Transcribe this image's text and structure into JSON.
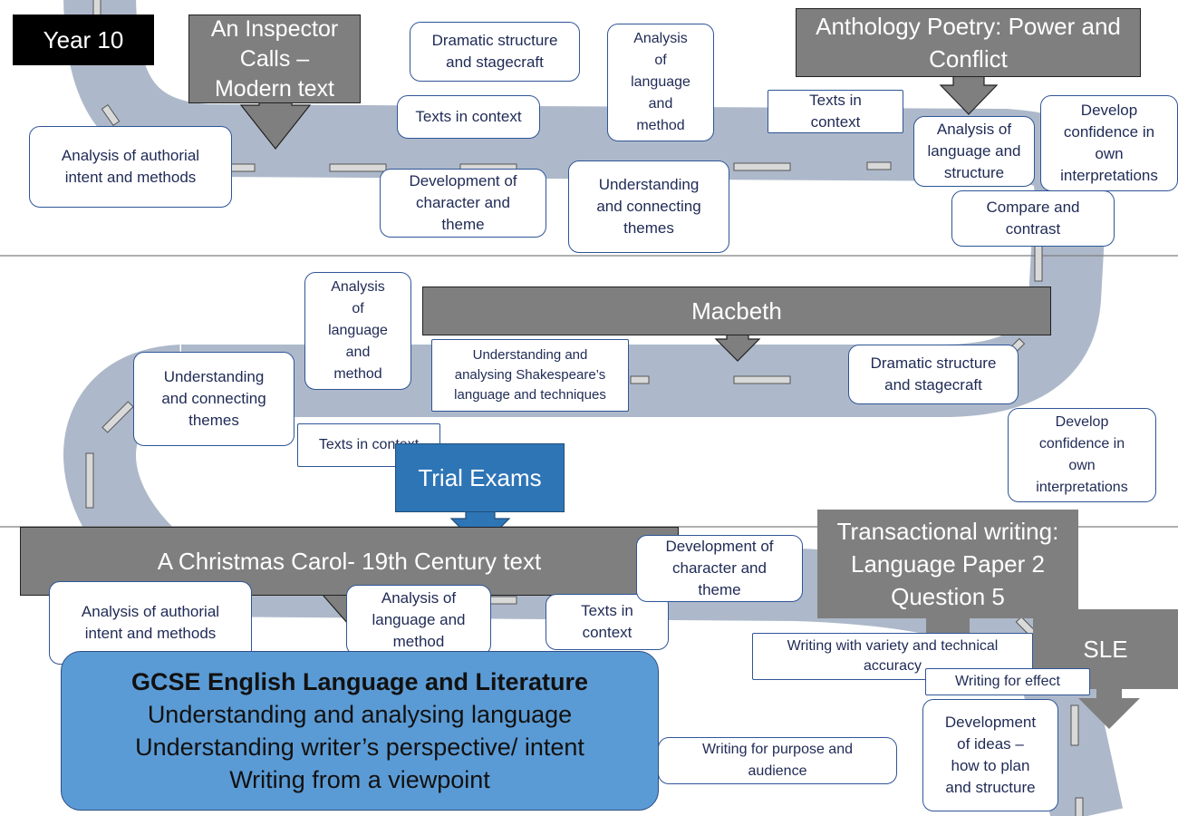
{
  "year_label": "Year 10",
  "colors": {
    "road": "#adb9ca",
    "banner": "#7f7f7f",
    "node_border": "#2f5597",
    "gcse_fill": "#5b9bd5",
    "trial_fill": "#2e75b6"
  },
  "units": {
    "inspector": {
      "title": "An Inspector\nCalls –\nModern text",
      "topics": {
        "authorial": "Analysis of authorial\nintent and methods",
        "dramatic": "Dramatic structure\nand stagecraft",
        "context": "Texts in context",
        "character": "Development of\ncharacter and\ntheme",
        "language": "Analysis\nof\nlanguage\nand\nmethod",
        "themes": "Understanding\nand  connecting\nthemes"
      }
    },
    "anthology": {
      "title": "Anthology Poetry: Power and\nConflict",
      "topics": {
        "context": "Texts in\ncontext",
        "analysis": "Analysis of\nlanguage and\nstructure",
        "confidence": "Develop\nconfidence in\nown\ninterpretations",
        "compare": "Compare and\ncontrast"
      }
    },
    "macbeth": {
      "title": "Macbeth",
      "topics": {
        "language": "Analysis\nof\nlanguage\nand\nmethod",
        "shakespeare": "Understanding and\nanalysing Shakespeare’s\nlanguage and techniques",
        "dramatic": "Dramatic structure\nand stagecraft",
        "themes": "Understanding\nand  connecting\nthemes",
        "context": "Texts in context",
        "confidence": "Develop\nconfidence in\nown\ninterpretations"
      }
    },
    "trial": {
      "title": "Trial Exams"
    },
    "carol": {
      "title": "A Christmas Carol- 19th Century text",
      "topics": {
        "authorial": "Analysis of authorial\nintent and methods",
        "language": "Analysis of\nlanguage and\nmethod",
        "context": "Texts in\ncontext",
        "character": "Development of\ncharacter and\ntheme"
      }
    },
    "transactional": {
      "title": "Transactional writing:\nLanguage Paper 2\nQuestion 5",
      "topics": {
        "variety": "Writing with variety and technical\naccuracy",
        "effect": "Writing for effect",
        "ideas": "Development\nof ideas –\nhow to plan\nand structure",
        "purpose": "Writing for purpose and\naudience"
      }
    },
    "sle": {
      "title": "SLE"
    }
  },
  "gcse": {
    "title": "GCSE English Language and Literature",
    "lines": [
      "Understanding and analysing language",
      "Understanding writer’s perspective/ intent",
      "Writing from a viewpoint"
    ]
  }
}
